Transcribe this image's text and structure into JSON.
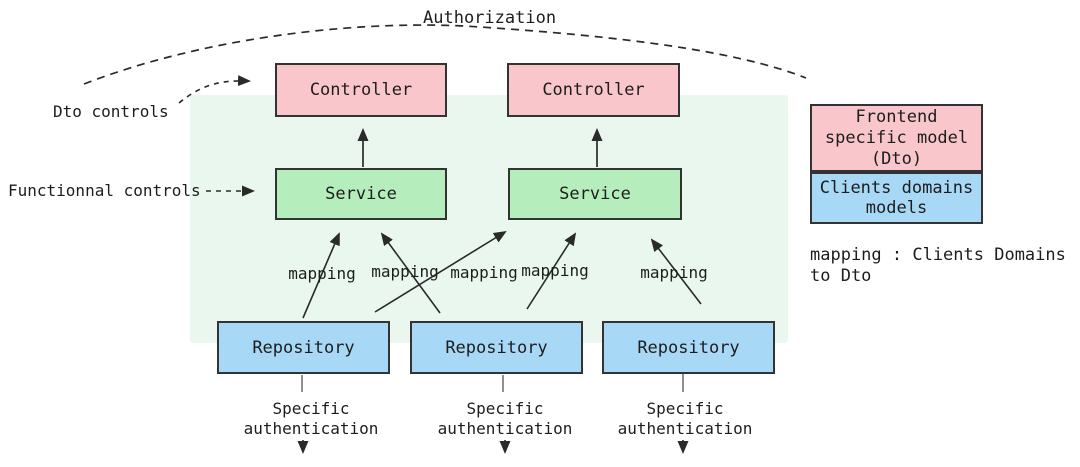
{
  "annotations": {
    "authorization": "Authorization",
    "dto_controls": "Dto controls",
    "functional_controls": "Functionnal controls"
  },
  "nodes": {
    "controllers": [
      "Controller",
      "Controller"
    ],
    "services": [
      "Service",
      "Service"
    ],
    "repositories": [
      "Repository",
      "Repository",
      "Repository"
    ]
  },
  "mapping_labels": [
    "mapping",
    "mapping",
    "mapping",
    "mapping",
    "mapping"
  ],
  "repo_notes": [
    "Specific authentication",
    "Specific authentication",
    "Specific authentication"
  ],
  "legend": {
    "frontend_model": "Frontend specific model (Dto)",
    "clients_models": "Clients domains models",
    "mapping_note": "mapping : Clients Domains to Dto"
  },
  "colors": {
    "controller_fill": "#f8c6cb",
    "service_fill": "#b5edbc",
    "repository_fill": "#a7d8f6",
    "panel_fill": "#eaf7ee",
    "stroke": "#2a2a2a"
  }
}
